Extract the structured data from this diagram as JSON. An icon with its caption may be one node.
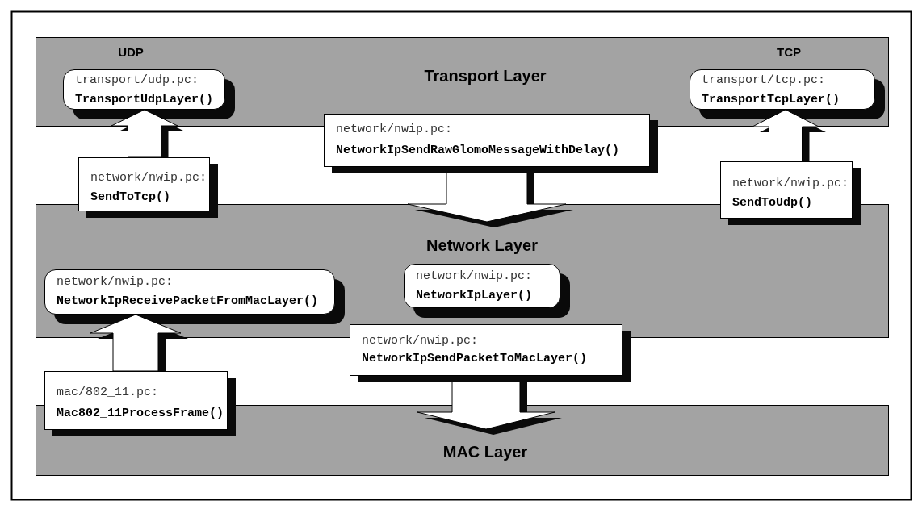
{
  "diagram": {
    "nodes": [
      {
        "text": [
          "Transport Layer"
        ]
      },
      {
        "text": [
          "transport/udp.pc:",
          "TransportUdpLayer()"
        ],
        "in": 0
      },
      {
        "text": [
          "transport/tcp.pc:",
          "TransportTcpLayer()"
        ],
        "in": 0
      },
      {
        "text": [
          "Network Layer"
        ]
      },
      {
        "text": [
          "network/nwip.pc:",
          "NetworkIpReceivePacketFromMacLayer()"
        ],
        "in": 3
      },
      {
        "text": [
          "network/nwip.pc:",
          "NetworkIpLayer()"
        ],
        "in": 3
      },
      {
        "text": [
          "MAC Layer"
        ]
      },
      {
        "text": [
          "network/nwip.pc:",
          "SendToTcp()"
        ]
      },
      {
        "text": [
          "network/nwip.pc:",
          "NetworkIpSendRawGlomoMessageWithDelay()"
        ]
      },
      {
        "text": [
          "network/nwip.pc:",
          "SendToUdp()"
        ]
      },
      {
        "text": [
          "network/nwip.pc:",
          "NetworkIpSendPacketToMacLayer()"
        ]
      },
      {
        "text": [
          "mac/802_11.pc:",
          "Mac802_11ProcessFrame()"
        ]
      }
    ],
    "edges": [
      {
        "from": 7,
        "to": 1,
        "arrow": "to"
      },
      {
        "from": 8,
        "to": 3,
        "arrow": "to"
      },
      {
        "from": 9,
        "to": 2,
        "arrow": "to"
      },
      {
        "from": 10,
        "to": 6,
        "arrow": "to"
      },
      {
        "from": 11,
        "to": 4,
        "arrow": "to"
      }
    ],
    "labels": [
      "UDP",
      "TCP"
    ]
  }
}
